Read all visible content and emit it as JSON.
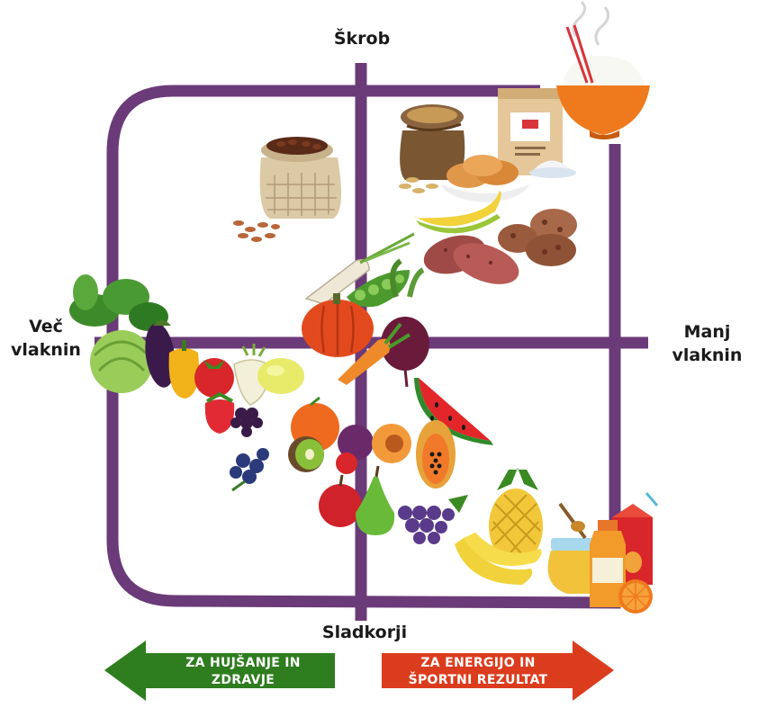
{
  "axes": {
    "top": "Škrob",
    "bottom": "Sladkorji",
    "left_line1": "Več",
    "left_line2": "vlaknin",
    "right_line1": "Manj",
    "right_line2": "vlaknin"
  },
  "arrows": {
    "left": {
      "line1": "ZA HUJŠANJE IN",
      "line2": "ZDRAVJE",
      "color": "#2e7d1e"
    },
    "right": {
      "line1": "ZA ENERGIJO IN",
      "line2": "ŠPORTNI REZULTAT",
      "color": "#dc3c1e"
    }
  },
  "colors": {
    "frame": "#6b3a78"
  },
  "foods": [
    "dried-beans-sack",
    "grain-sack",
    "flour-bag",
    "rice-bowl",
    "bread-rolls",
    "banana",
    "sweet-potato",
    "cookies",
    "parsnip",
    "peas",
    "pumpkin",
    "carrot",
    "beet",
    "leafy-greens",
    "cabbage",
    "eggplant",
    "bell-pepper",
    "tomato",
    "onion",
    "lemon",
    "strawberry",
    "blackberry",
    "blueberries",
    "orange",
    "kiwi",
    "plum",
    "peach",
    "watermelon",
    "papaya",
    "apple",
    "pear",
    "grapes",
    "pineapple",
    "bananas",
    "honey-jar",
    "juice-bottle",
    "juice-carton",
    "orange-slice"
  ]
}
